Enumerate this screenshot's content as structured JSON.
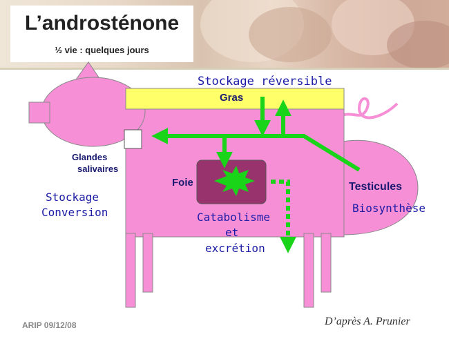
{
  "header": {
    "title": "L’androsténone",
    "subtitle": "½ vie : quelques jours"
  },
  "labels": {
    "storage_reversible": "Stockage réversible",
    "fat": "Gras",
    "salivary_glands_1": "Glandes",
    "salivary_glands_2": "salivaires",
    "liver": "Foie",
    "testicles": "Testicules",
    "storage": "Stockage",
    "conversion": "Conversion",
    "biosynthesis": "Biosynthèse",
    "catabolism_1": "Catabolisme",
    "catabolism_2": "et",
    "catabolism_3": "excrétion"
  },
  "footer": {
    "left": "ARIP 09/12/08",
    "credit": "D’après A. Prunier"
  },
  "colors": {
    "pig_pink": "#f78fd6",
    "fat_yellow": "#ffff6a",
    "arrow_green": "#19d419",
    "liver_purple": "#99336e"
  }
}
